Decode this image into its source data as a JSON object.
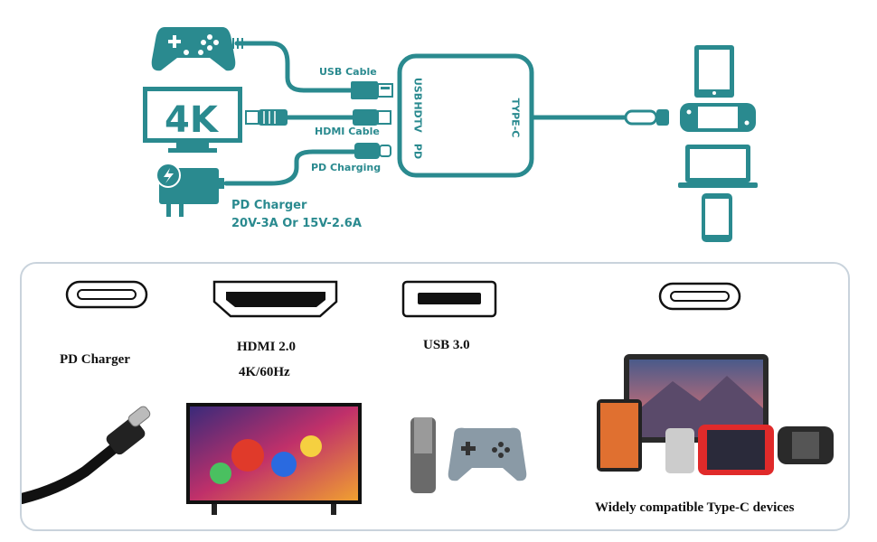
{
  "diagram": {
    "usb_cable_label": "USB Cable",
    "hdmi_cable_label": "HDMI Cable",
    "pd_charging_label": "PD Charging",
    "charger_label_line1": "PD Charger",
    "charger_label_line2": "20V-3A Or 15V-2.6A",
    "monitor_text": "4K",
    "hub_port_usb": "USB",
    "hub_port_hdtv": "HDTV",
    "hub_port_pd": "PD",
    "hub_port_typec": "TYPE-C"
  },
  "ports": {
    "pd_label": "PD Charger",
    "hdmi_label_line1": "HDMI 2.0",
    "hdmi_label_line2": "4K/60Hz",
    "usb_label": "USB 3.0",
    "devices_label": "Widely compatible Type-C devices"
  },
  "colors": {
    "accent": "#2a8a8f",
    "panel_border": "#c9d3dc"
  }
}
